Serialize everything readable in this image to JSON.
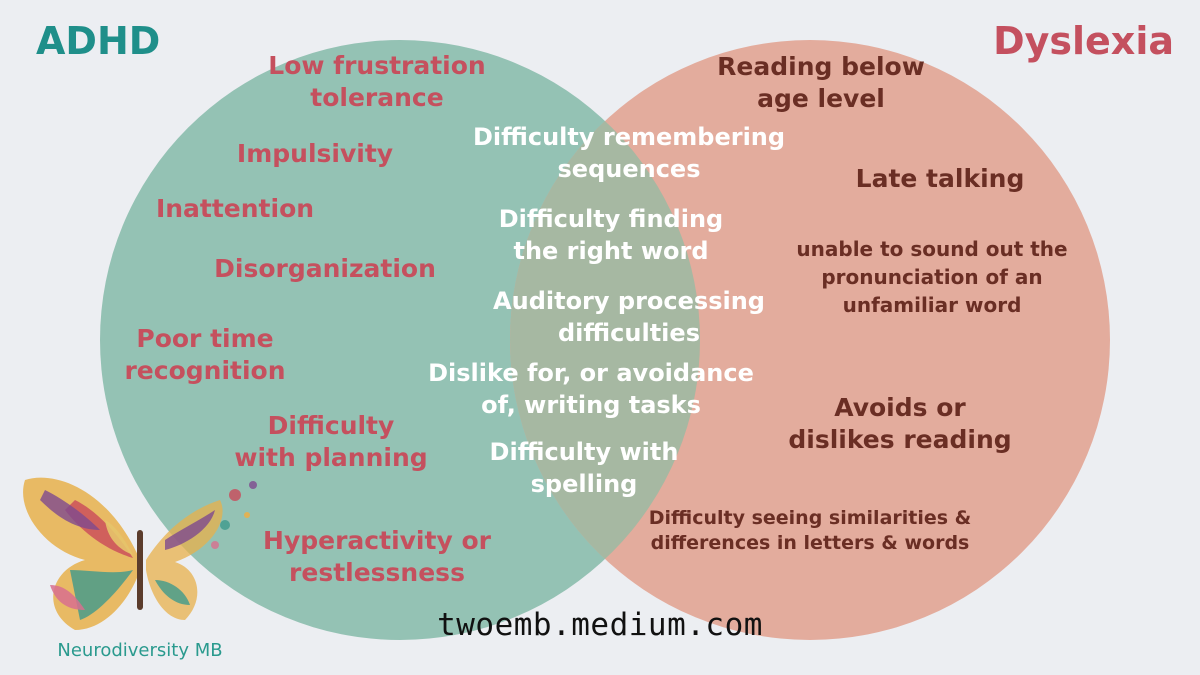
{
  "diagram": {
    "sets": [
      {
        "name": "ADHD",
        "color": "#1f8f8a"
      },
      {
        "name": "Dyslexia",
        "color": "#c4505f"
      }
    ],
    "adhd_only": [
      "Low frustration\ntolerance",
      "Impulsivity",
      "Inattention",
      "Disorganization",
      "Poor time\nrecognition",
      "Difficulty\nwith planning",
      "Hyperactivity or\nrestlessness"
    ],
    "both": [
      "Difficulty remembering\nsequences",
      "Difficulty finding\nthe right word",
      "Auditory processing\ndifficulties",
      "Dislike for, or avoidance\nof, writing tasks",
      "Difficulty with\nspelling"
    ],
    "dyslexia_only": [
      "Reading below\nage level",
      "Late talking",
      "unable to sound out the\npronunciation of an\nunfamiliar word",
      "Avoids or\ndislikes reading",
      "Difficulty seeing similarities &\ndifferences in letters & words"
    ],
    "colors": {
      "left_fill": "#8fbfb0",
      "right_fill": "#e3a898",
      "overlap_fill": "#a7b8a4",
      "background": "#eceef2"
    }
  },
  "footer": {
    "url": "twoemb.medium.com",
    "logo_text": "Neurodiversity MB",
    "logo_icon": "butterfly-icon"
  }
}
